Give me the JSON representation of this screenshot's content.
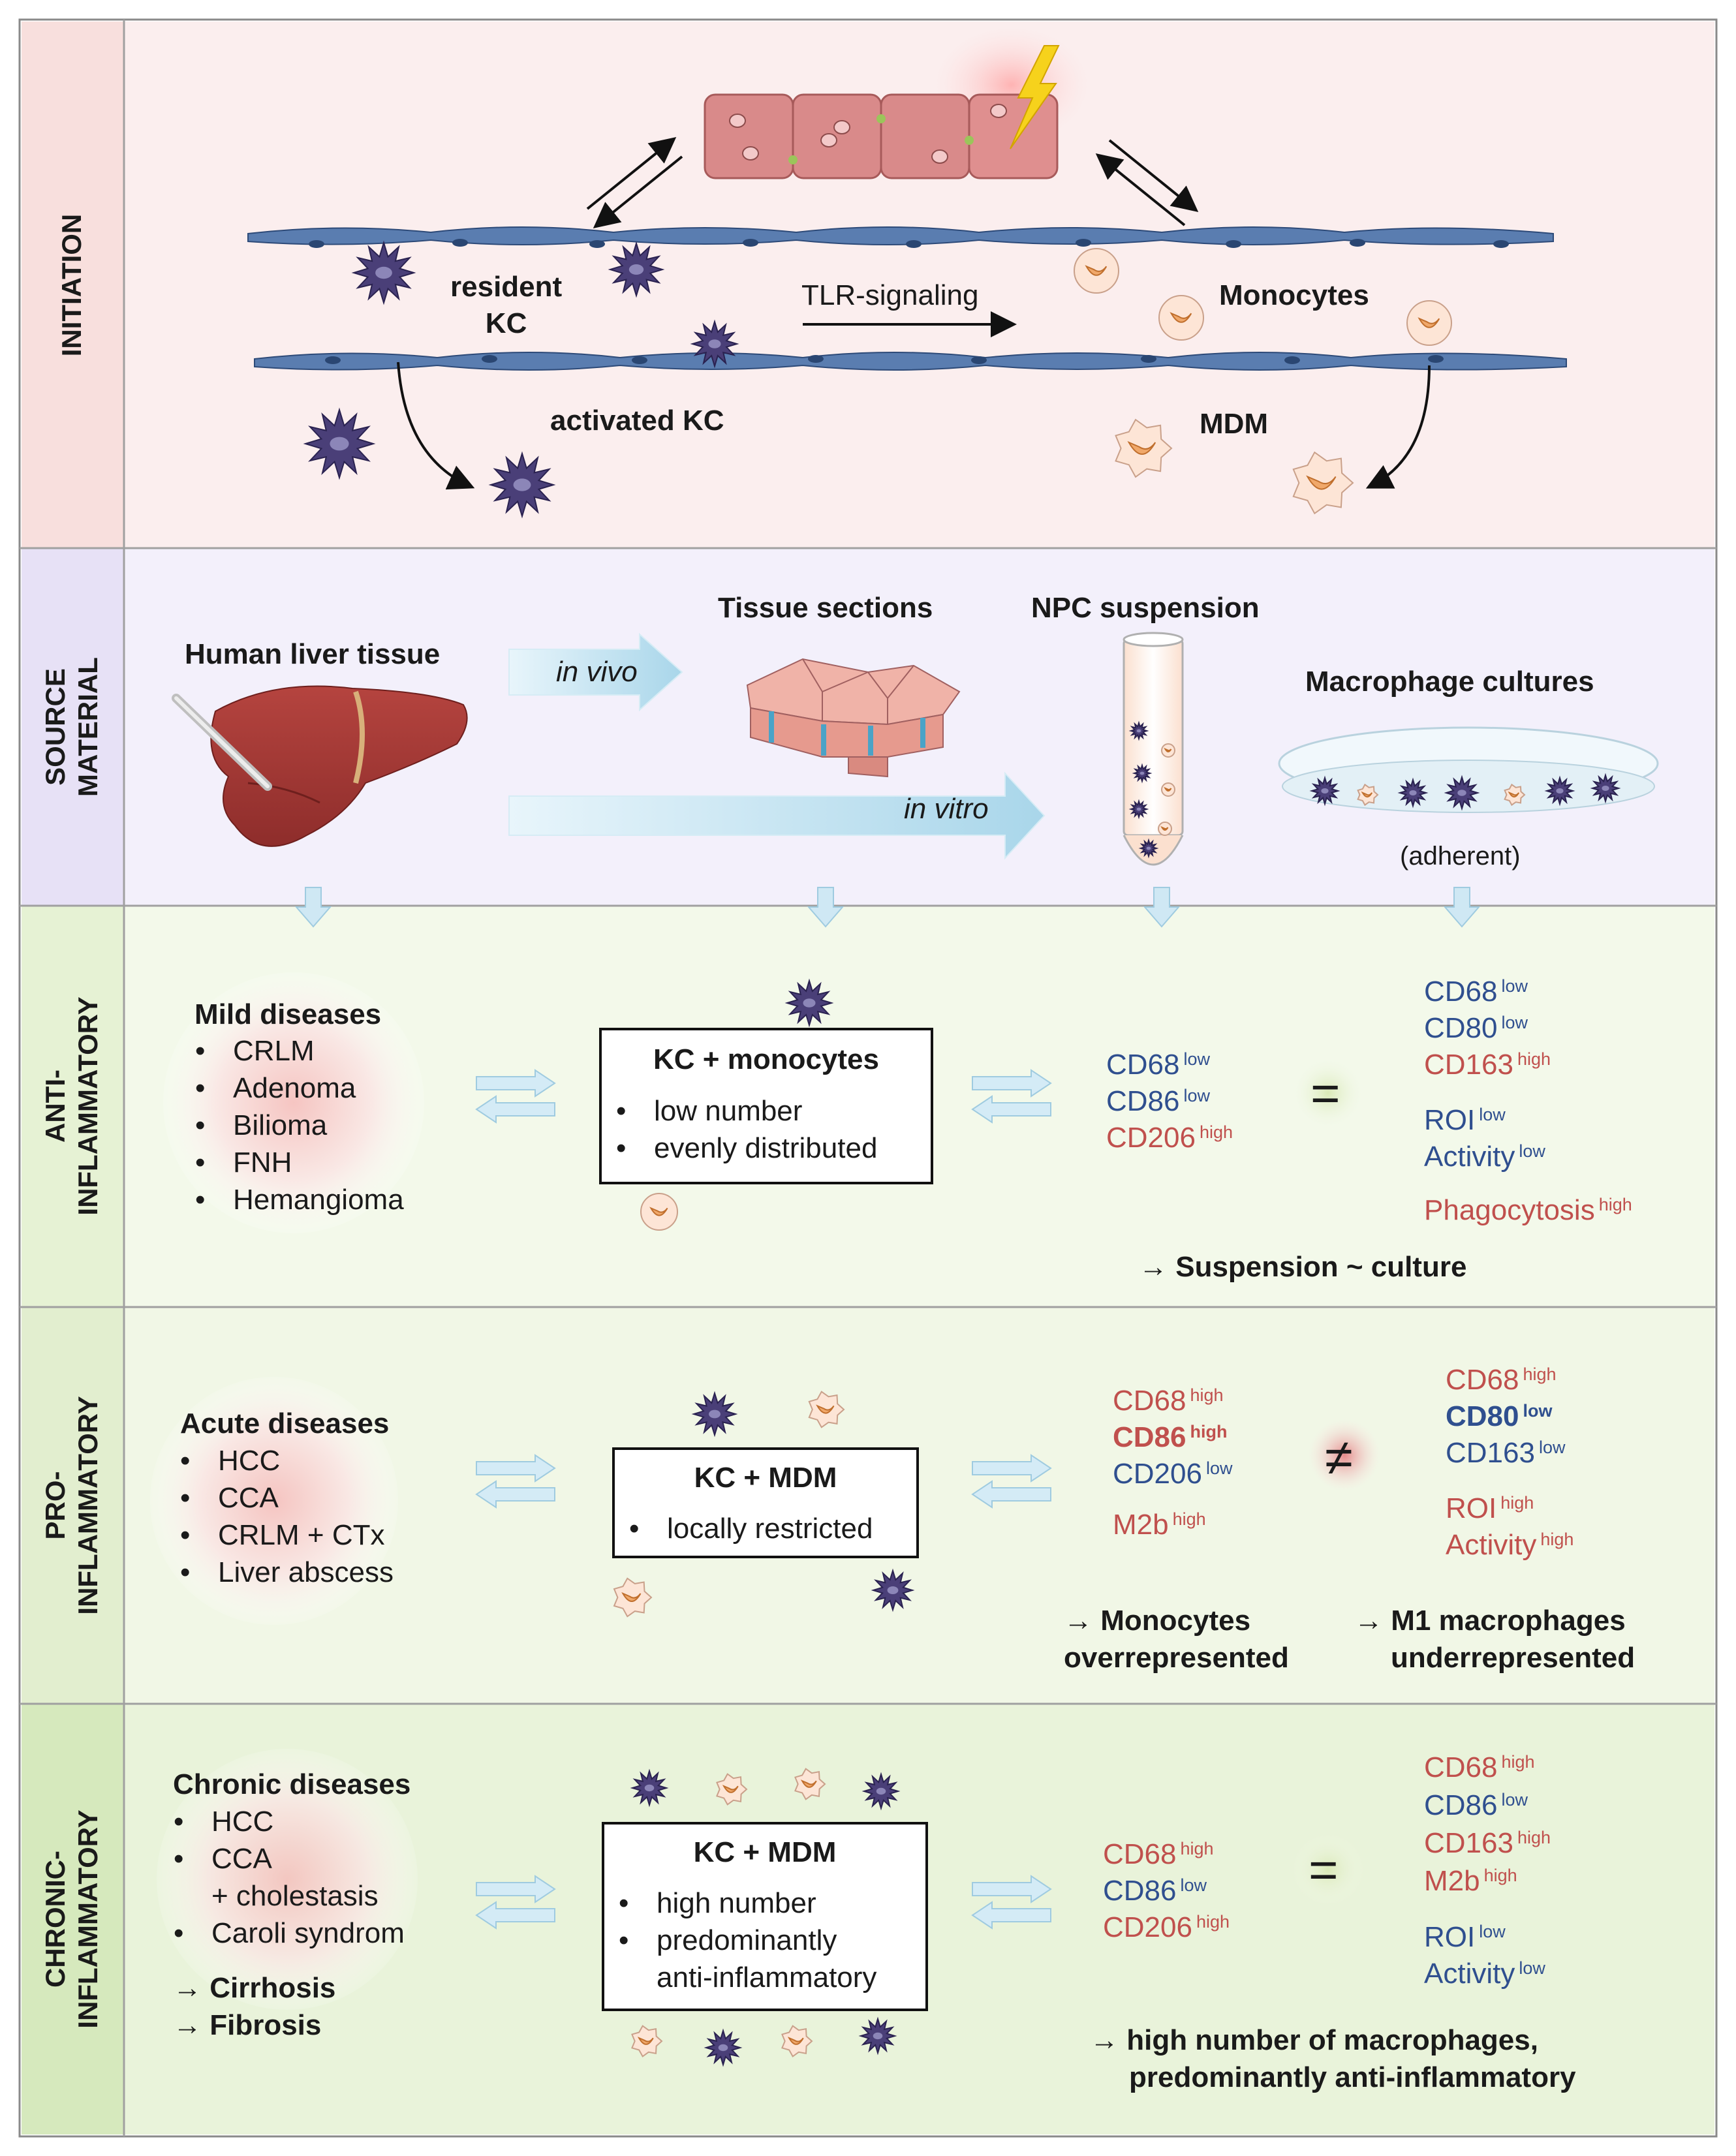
{
  "colors": {
    "initiation_bg": "#fbeeee",
    "initiation_label_bg": "#f8dfdd",
    "source_bg": "#f3f0fb",
    "source_label_bg": "#e7e1f6",
    "anti_bg": "#f3f9ea",
    "anti_label_bg": "#e6f2d4",
    "pro_bg": "#f1f7e6",
    "pro_label_bg": "#e2eecf",
    "chronic_bg": "#e9f3da",
    "chronic_label_bg": "#d6e9bd",
    "marker_low": "#2f4f8f",
    "marker_high": "#c0504d",
    "kc_cell": "#4a3f78",
    "monocyte": "#f0a86a",
    "endothelium": "#4f6fa3",
    "hepatocyte": "#d98a8a"
  },
  "sections": {
    "initiation": "INITIATION",
    "source": [
      "SOURCE",
      "MATERIAL"
    ],
    "anti": [
      "ANTI-",
      "INFLAMMATORY"
    ],
    "pro": [
      "PRO-",
      "INFLAMMATORY"
    ],
    "chronic": [
      "CHRONIC-",
      "INFLAMMATORY"
    ]
  },
  "initiation": {
    "resident_kc": [
      "resident",
      "KC"
    ],
    "tlr_signaling": "TLR-signaling",
    "monocytes": "Monocytes",
    "activated_kc": "activated KC",
    "mdm": "MDM"
  },
  "source": {
    "human_liver_tissue": "Human liver tissue",
    "in_vivo": "in vivo",
    "in_vitro": "in vitro",
    "tissue_sections": "Tissue sections",
    "npc_suspension": "NPC suspension",
    "macrophage_cultures": "Macrophage cultures",
    "adherent": "(adherent)"
  },
  "anti": {
    "diseases_title": "Mild diseases",
    "diseases": [
      "CRLM",
      "Adenoma",
      "Bilioma",
      "FNH",
      "Hemangioma"
    ],
    "box_title": "KC + monocytes",
    "box_items": [
      "low number",
      "evenly distributed"
    ],
    "suspension_markers": [
      {
        "name": "CD68",
        "level": "low"
      },
      {
        "name": "CD86",
        "level": "low"
      },
      {
        "name": "CD206",
        "level": "high"
      }
    ],
    "relation": "=",
    "culture_markers_1": [
      {
        "name": "CD68",
        "level": "low"
      },
      {
        "name": "CD80",
        "level": "low"
      },
      {
        "name": "CD163",
        "level": "high"
      }
    ],
    "culture_markers_2": [
      {
        "name": "ROI",
        "level": "low"
      },
      {
        "name": "Activity",
        "level": "low"
      }
    ],
    "culture_markers_3": [
      {
        "name": "Phagocytosis",
        "level": "high"
      }
    ],
    "conclusion": "→ Suspension ~ culture"
  },
  "pro": {
    "diseases_title": "Acute diseases",
    "diseases": [
      "HCC",
      "CCA",
      "CRLM + CTx",
      "Liver abscess"
    ],
    "box_title": "KC + MDM",
    "box_items": [
      "locally restricted"
    ],
    "suspension_markers": [
      {
        "name": "CD68",
        "level": "high"
      },
      {
        "name": "CD86",
        "level": "high"
      },
      {
        "name": "CD206",
        "level": "low"
      }
    ],
    "suspension_extra": [
      {
        "name": "M2b",
        "level": "high"
      }
    ],
    "relation": "≠",
    "culture_markers_1": [
      {
        "name": "CD68",
        "level": "high"
      },
      {
        "name": "CD80",
        "level": "low"
      },
      {
        "name": "CD163",
        "level": "low"
      }
    ],
    "culture_markers_2": [
      {
        "name": "ROI",
        "level": "high"
      },
      {
        "name": "Activity",
        "level": "high"
      }
    ],
    "conclusion_left": [
      "→ Monocytes",
      "overrepresented"
    ],
    "conclusion_right": [
      "→ M1 macrophages",
      "underrepresented"
    ]
  },
  "chronic": {
    "diseases_title": "Chronic diseases",
    "diseases": [
      "HCC",
      "CCA",
      "Caroli syndrom"
    ],
    "disease_extra": "+ cholestasis",
    "outcomes": [
      "→ Cirrhosis",
      "→ Fibrosis"
    ],
    "box_title": "KC + MDM",
    "box_items": [
      "high number",
      "predominantly"
    ],
    "box_item_extra": "anti-inflammatory",
    "suspension_markers": [
      {
        "name": "CD68",
        "level": "high"
      },
      {
        "name": "CD86",
        "level": "low"
      },
      {
        "name": "CD206",
        "level": "high"
      }
    ],
    "relation": "=",
    "culture_markers_1": [
      {
        "name": "CD68",
        "level": "high"
      },
      {
        "name": "CD86",
        "level": "low"
      },
      {
        "name": "CD163",
        "level": "high"
      },
      {
        "name": "M2b",
        "level": "high"
      }
    ],
    "culture_markers_2": [
      {
        "name": "ROI",
        "level": "low"
      },
      {
        "name": "Activity",
        "level": "low"
      }
    ],
    "conclusion": [
      "→ high number of macrophages,",
      "predominantly anti-inflammatory"
    ]
  }
}
